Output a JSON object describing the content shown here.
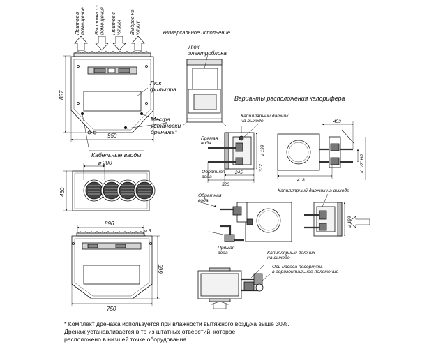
{
  "labels": {
    "universal": "Универсальное исполнение",
    "variants_title": "Варианты расположения калорифера",
    "hatch_electro": [
      "Люк",
      "электроблока"
    ],
    "hatch_filter": [
      "Люк",
      "фильтра"
    ],
    "drain_places": [
      "Места",
      "установки",
      "дренажа*"
    ],
    "cable_inputs": "Кабельные вводы",
    "airflow": [
      [
        "Приток в",
        "помещение"
      ],
      [
        "Вытяжка из",
        "помещения"
      ],
      [
        "Приток с",
        "улицы"
      ],
      [
        "Выброс на",
        "улицу"
      ]
    ],
    "capillary1": [
      "Капиллярный датчик",
      "на выходе"
    ],
    "capillary2": "Капиллярный  датчик на выходе",
    "capillary3": [
      "Капиллярный датчик",
      "на выходе"
    ],
    "straight_water": [
      "Прямая",
      "вода"
    ],
    "return_water": [
      "Обратная",
      "вода"
    ],
    "return_water2": [
      "Обратная",
      "вода"
    ],
    "straight_water2": [
      "Прямая",
      "вода"
    ],
    "pump_note": [
      "Ось насоса повернуть",
      "в горизонтальное положение"
    ]
  },
  "dimensions": {
    "top_height": "887",
    "top_width": "950",
    "duct_dia": "⌀ 200",
    "mid_height": "460",
    "bottom_width_top": "896",
    "hole_dia": "⌀ 9",
    "bottom_height": "665",
    "bottom_width": "750",
    "d_199a": "⌀ 199",
    "d_372": "372",
    "d_245": "245",
    "d_320": "320",
    "d_453": "453",
    "d_418": "418",
    "k12": "К 1/2\" НР",
    "d_199b": "⌀ 199"
  },
  "footnote": [
    "* Комплект дренажа используется при влажности вытяжного воздуха выше 30%.",
    "  Дренаж устанавливается в то из штатных отверстий, которое",
    "  расположено в низшей точке оборудования"
  ]
}
